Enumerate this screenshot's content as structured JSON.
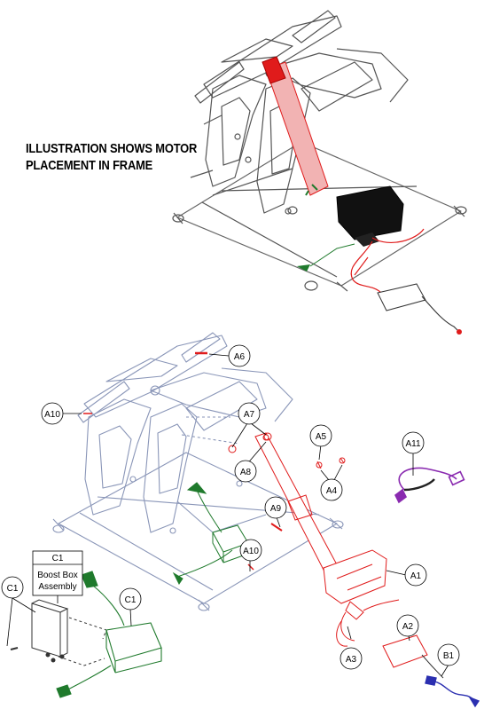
{
  "heading": {
    "line1": "ILLUSTRATION SHOWS MOTOR",
    "line2": "PLACEMENT IN FRAME"
  },
  "callouts": {
    "A1": "A1",
    "A2": "A2",
    "A3": "A3",
    "A4": "A4",
    "A5": "A5",
    "A6": "A6",
    "A7": "A7",
    "A8": "A8",
    "A9": "A9",
    "A10_top": "A10",
    "A10_bottom": "A10",
    "A11": "A11",
    "B1": "B1",
    "C1_left": "C1",
    "C1_right": "C1"
  },
  "legend_box": {
    "code": "C1",
    "line1": "Boost Box",
    "line2": "Assembly"
  },
  "colors": {
    "frame": "#777777",
    "motor_red": "#e01b1b",
    "boost_green": "#1f7a2c",
    "purple_cable": "#8a2bb0",
    "blue_cable": "#2b2fb0"
  }
}
